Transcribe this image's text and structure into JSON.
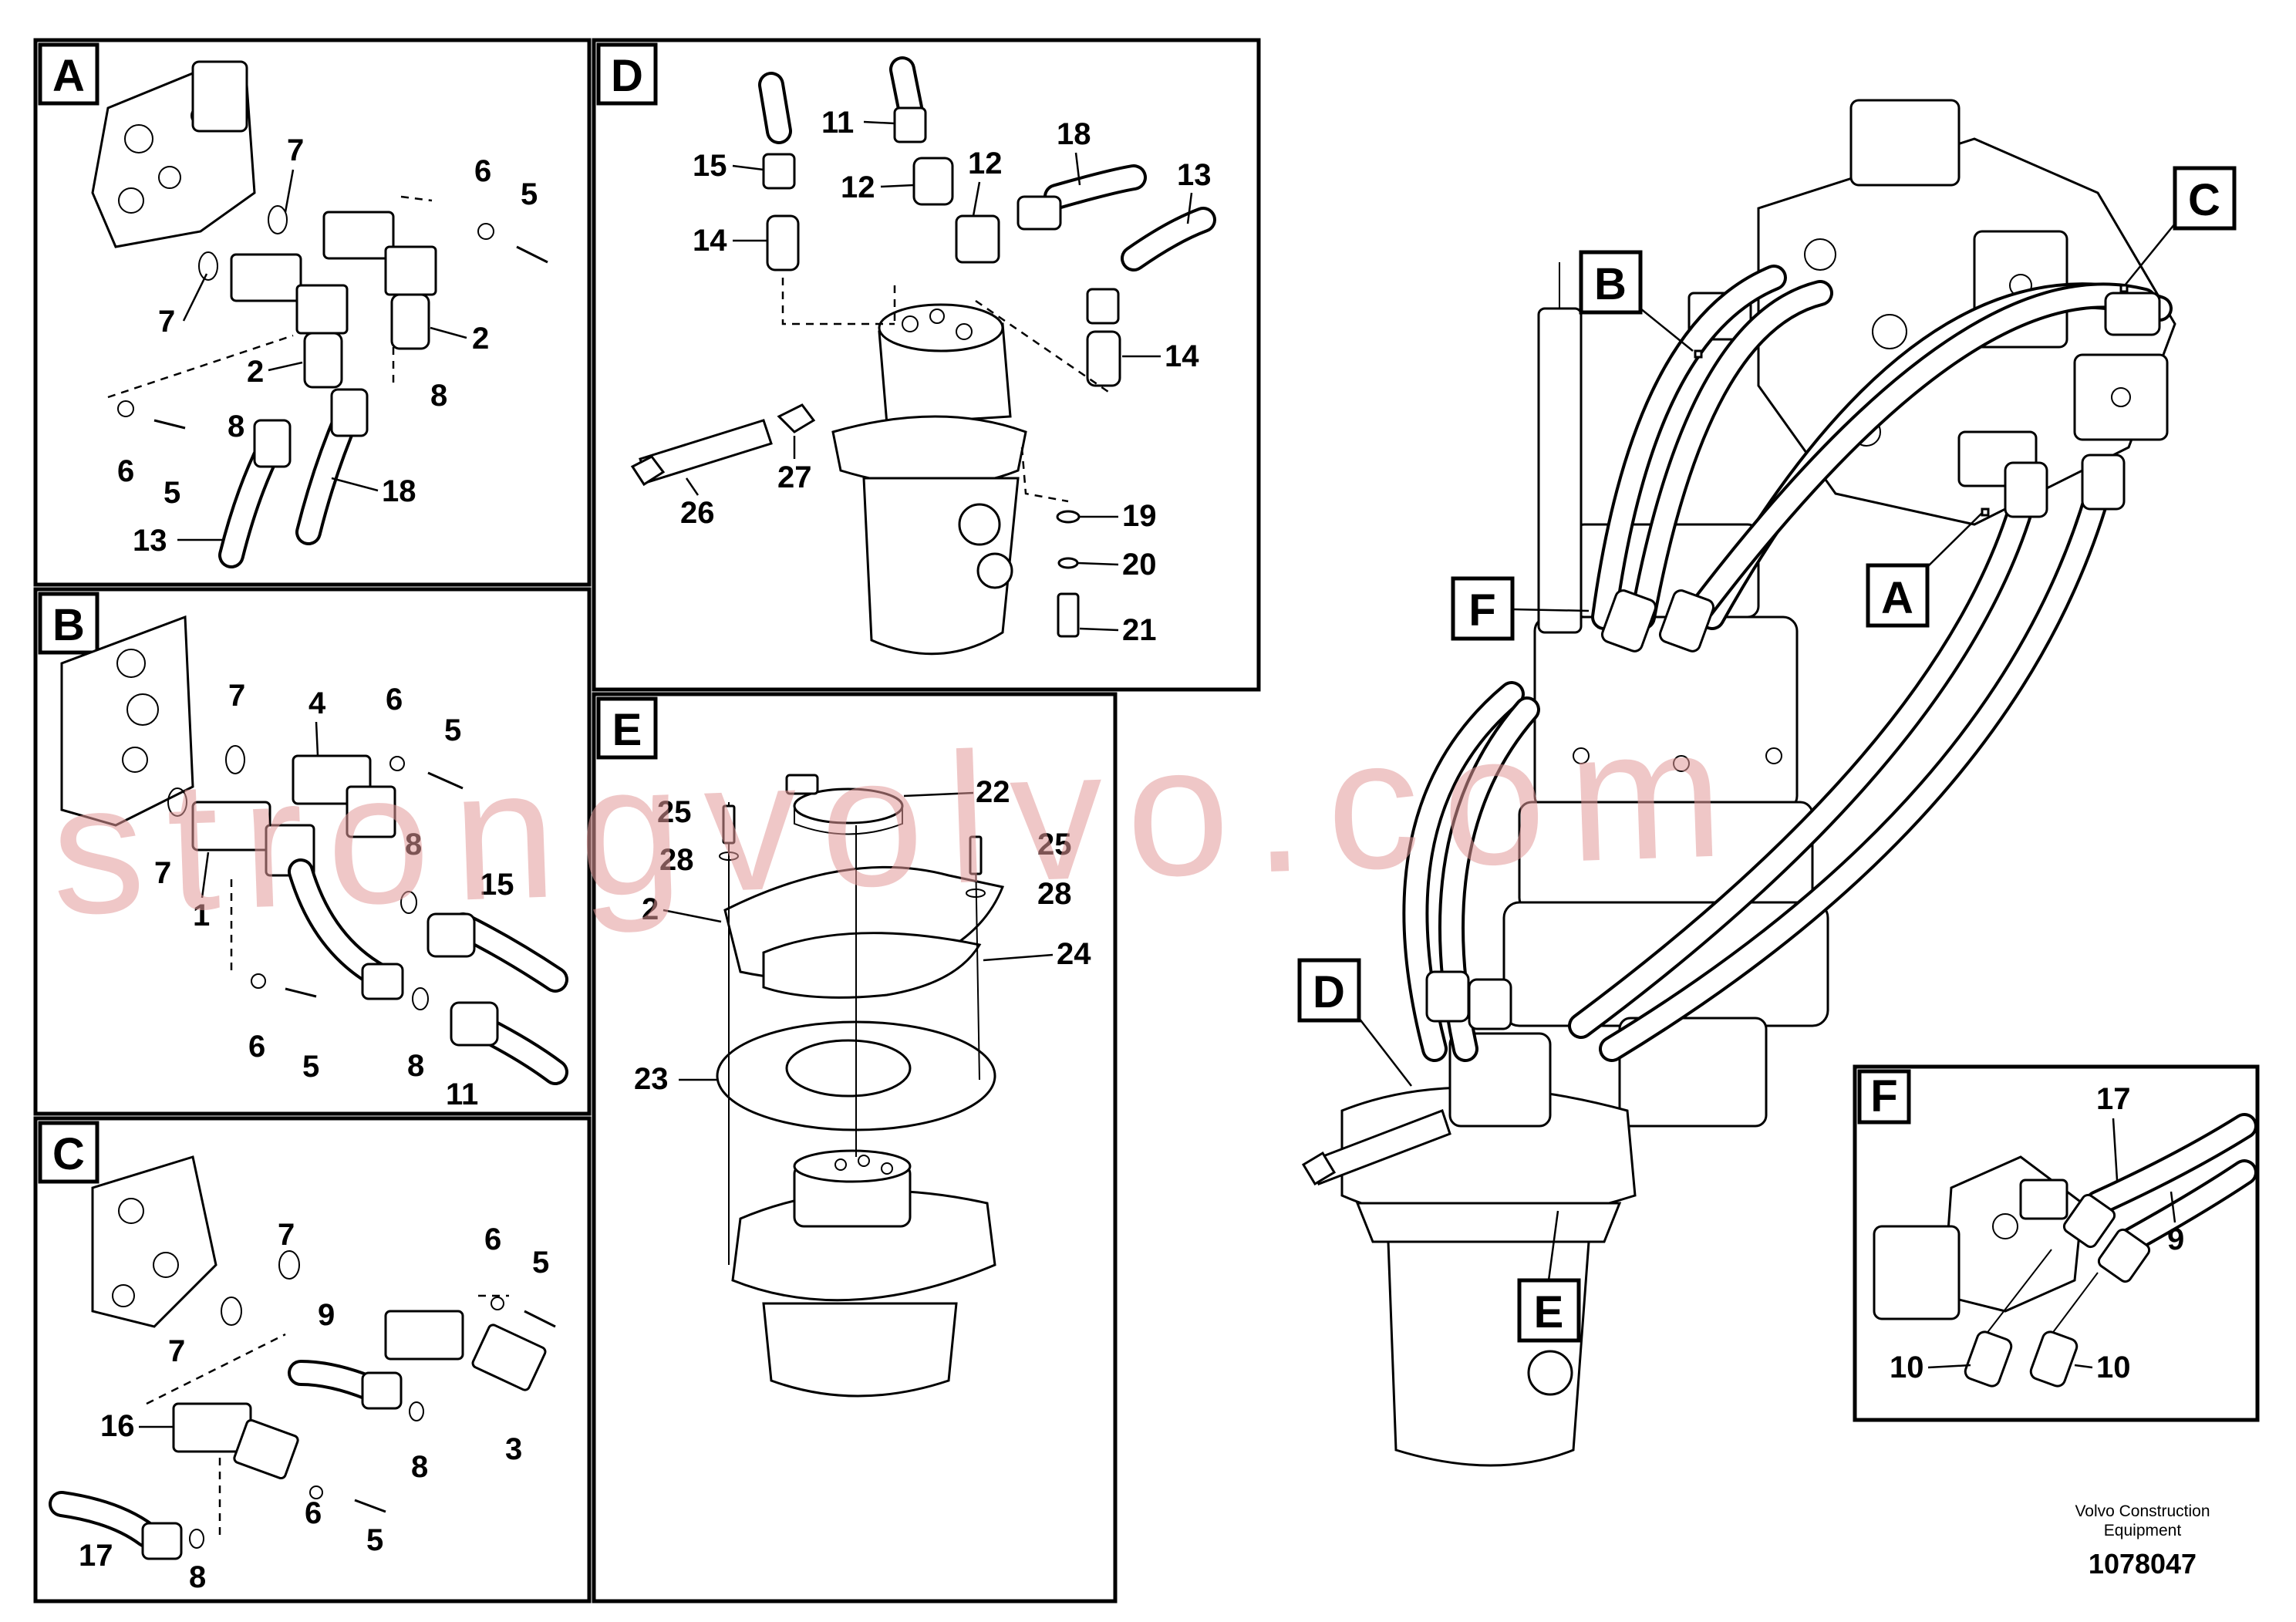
{
  "panels": {
    "A": {
      "label": "A",
      "callouts": {
        "c7a": "7",
        "c7b": "7",
        "c6a": "6",
        "c5a": "5",
        "c2a": "2",
        "c2b": "2",
        "c8a": "8",
        "c8b": "8",
        "c6b": "6",
        "c5b": "5",
        "c18": "18",
        "c13": "13"
      }
    },
    "B": {
      "label": "B",
      "callouts": {
        "c7a": "7",
        "c4": "4",
        "c6a": "6",
        "c5a": "5",
        "c7b": "7",
        "c1": "1",
        "c8a": "8",
        "c15": "15",
        "c6b": "6",
        "c5b": "5",
        "c8b": "8",
        "c11": "11"
      }
    },
    "C": {
      "label": "C",
      "callouts": {
        "c7a": "7",
        "c6a": "6",
        "c5a": "5",
        "c7b": "7",
        "c9": "9",
        "c16": "16",
        "c3": "3",
        "c8a": "8",
        "c6b": "6",
        "c5b": "5",
        "c17": "17",
        "c8b": "8"
      }
    },
    "D": {
      "label": "D",
      "callouts": {
        "c11": "11",
        "c15": "15",
        "c12a": "12",
        "c12b": "12",
        "c18": "18",
        "c13": "13",
        "c14a": "14",
        "c14b": "14",
        "c26": "26",
        "c27": "27",
        "c19": "19",
        "c20": "20",
        "c21": "21"
      }
    },
    "E": {
      "label": "E",
      "callouts": {
        "c25a": "25",
        "c22": "22",
        "c28a": "28",
        "c25b": "25",
        "c28b": "28",
        "c2": "2",
        "c24": "24",
        "c23": "23"
      }
    },
    "F": {
      "label": "F",
      "callouts": {
        "c17": "17",
        "c9": "9",
        "c10a": "10",
        "c10b": "10"
      }
    }
  },
  "overview_tags": {
    "A": "A",
    "B": "B",
    "C": "C",
    "D": "D",
    "E": "E",
    "F": "F"
  },
  "watermark": "strongvolvo.com",
  "footer": {
    "line1": "Volvo Construction",
    "line2": "Equipment",
    "drawing_number": "1078047"
  },
  "colors": {
    "line": "#000000",
    "background": "#ffffff",
    "watermark": "#e39a9a"
  }
}
